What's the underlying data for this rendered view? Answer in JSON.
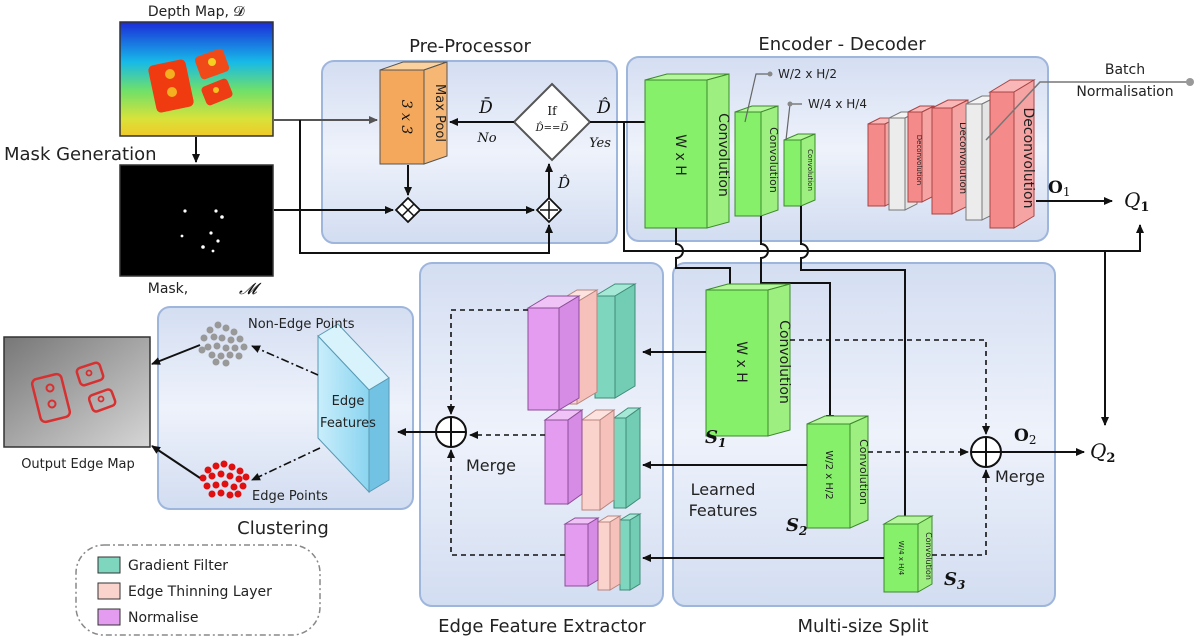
{
  "labels": {
    "depth_map": "Depth Map, 𝓓",
    "mask_generation": "Mask Generation",
    "mask": "Mask,",
    "mask_symbol": "𝓜",
    "pre_processor": "Pre-Processor",
    "max_pool": "Max Pool",
    "kernel": "3 x 3",
    "d_bar": "D̄",
    "no": "No",
    "d_hat": "D̂",
    "yes": "Yes",
    "if": "If",
    "condition": "D̂==D̄",
    "d_hat_below": "D̂",
    "encoder_decoder": "Encoder - Decoder",
    "w2h2": "W/2 x H/2",
    "w4h4": "W/4 x H/4",
    "batch_norm_1": "Batch",
    "batch_norm_2": "Normalisation",
    "conv_whxh": "W x H",
    "convolution": "Convolution",
    "deconvolution": "Deconvolution",
    "o1": "O",
    "o1_sub": "1",
    "q1": "Q",
    "q1_sub": "1",
    "o2": "O",
    "o2_sub": "2",
    "q2": "Q",
    "q2_sub": "2",
    "non_edge_points": "Non-Edge Points",
    "edge_points": "Edge Points",
    "edge_features_1": "Edge",
    "edge_features_2": "Features",
    "output_edge_map": "Output Edge Map",
    "clustering": "Clustering",
    "merge": "Merge",
    "learned_features_1": "Learned",
    "learned_features_2": "Features",
    "edge_feature_extractor": "Edge Feature Extractor",
    "multi_size_split": "Multi-size Split",
    "s1": "S",
    "s1_sub": "1",
    "s2": "S",
    "s2_sub": "2",
    "s3": "S",
    "s3_sub": "3",
    "s2_dims": "W/2 x H/2",
    "s3_dims": "W/4 x H/4"
  },
  "legend": [
    {
      "label": "Gradient Filter",
      "color": "#7fd6bf"
    },
    {
      "label": "Edge Thinning Layer",
      "color": "#fbd3cd"
    },
    {
      "label": "Normalise",
      "color": "#e39cf0"
    }
  ],
  "colors": {
    "panel_fill": "#dfe8f7",
    "panel_stroke": "#9fb6dc",
    "conv_green": "#86f06a",
    "deconv_red": "#f48a8a",
    "maxpool_orange": "#f4a85c",
    "edge_blue": "#8ad4f0"
  }
}
